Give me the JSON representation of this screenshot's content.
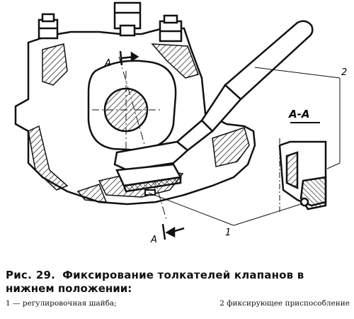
{
  "figure": {
    "section_label": "А-А",
    "arrow_label_top": "А",
    "arrow_label_bottom": "А",
    "callout_1": "1",
    "callout_2": "2"
  },
  "caption": {
    "prefix": "Рис.",
    "number": "29.",
    "title_line1": "Фиксирование толкателей клапанов в",
    "title_line2": "нижнем положении:",
    "legend_1": "1 — регулировочная шайба;",
    "legend_2": "2   фиксирующее приспособление"
  }
}
